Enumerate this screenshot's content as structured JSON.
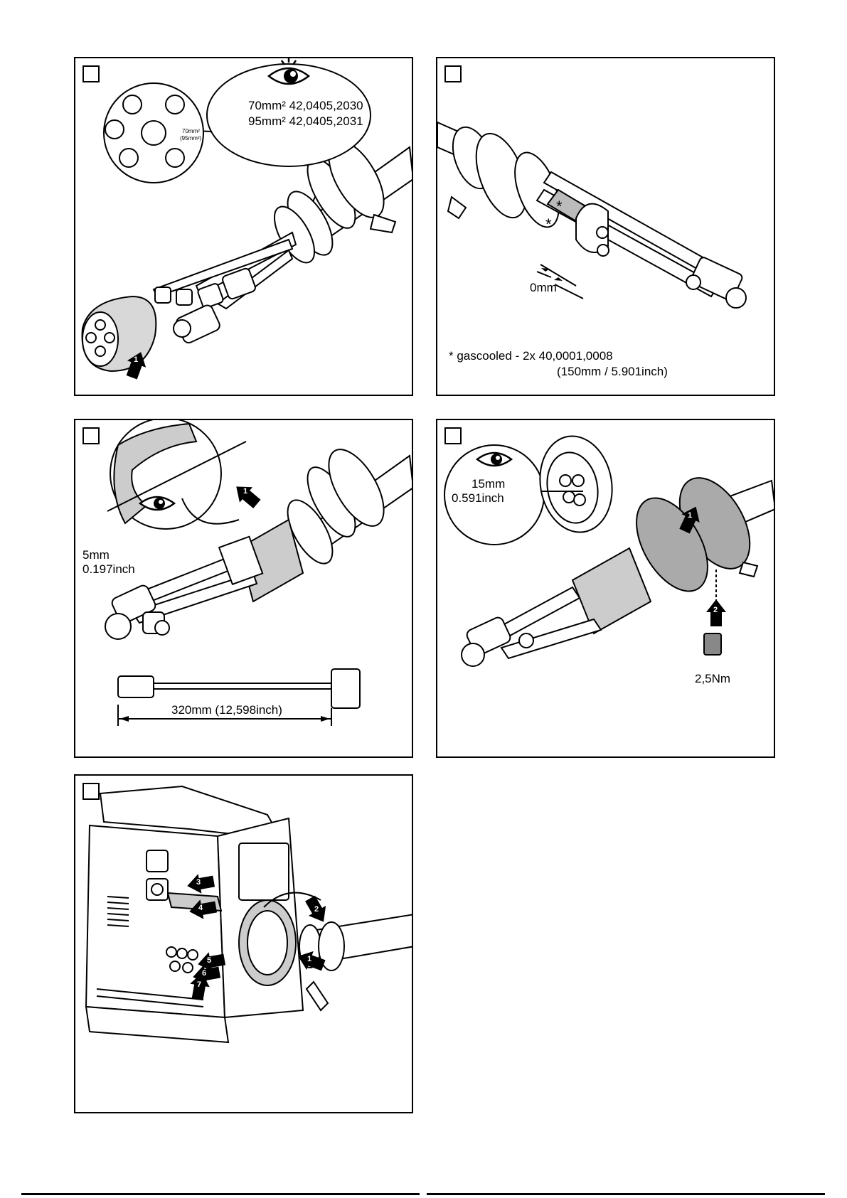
{
  "panels": {
    "p1": {
      "callout_line1": "70mm² 42,0405,2030",
      "callout_line2": "95mm² 42,0405,2031",
      "insert_label1": "70mm²",
      "insert_label2": "(95mm²)",
      "arrow_step": "1"
    },
    "p2": {
      "gap_label": "0mm",
      "star1": "*",
      "star2": "*",
      "note_line1": "* gascooled - 2x 40,0001,0008",
      "note_line2": "(150mm / 5.901inch)"
    },
    "p3": {
      "dim_line1": "5mm",
      "dim_line2": "0.197inch",
      "arrow_step": "1",
      "length_label": "320mm (12,598inch)"
    },
    "p4": {
      "dim_line1": "15mm",
      "dim_line2": "0.591inch",
      "arrow_step1": "1",
      "arrow_step2": "2",
      "torque": "2,5Nm"
    },
    "p5": {
      "steps": [
        "1",
        "2",
        "3",
        "4",
        "5",
        "6",
        "7"
      ]
    }
  },
  "icons": [
    "eye-icon",
    "step-arrow-icon"
  ]
}
